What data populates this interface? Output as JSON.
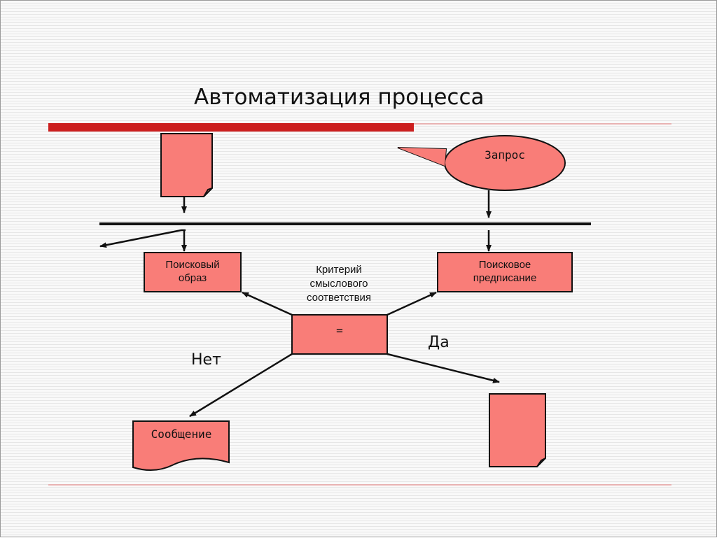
{
  "slide": {
    "title": "Автоматизация процесса"
  },
  "diagram": {
    "nodes": {
      "query": "Запрос",
      "search_image": [
        "Поисковый",
        "образ"
      ],
      "search_prescription": [
        "Поисковое",
        "предписание"
      ],
      "criterion": [
        "Критерий",
        "смыслового",
        "соответствия"
      ],
      "compare": "=",
      "message": "Сообщение",
      "no_label": "Нет",
      "yes_label": "Да"
    }
  },
  "colors": {
    "shape_fill": "#f97d78",
    "accent_bar": "#cc1f1f",
    "rule_line": "#e8a0a0",
    "stroke": "#111111"
  }
}
